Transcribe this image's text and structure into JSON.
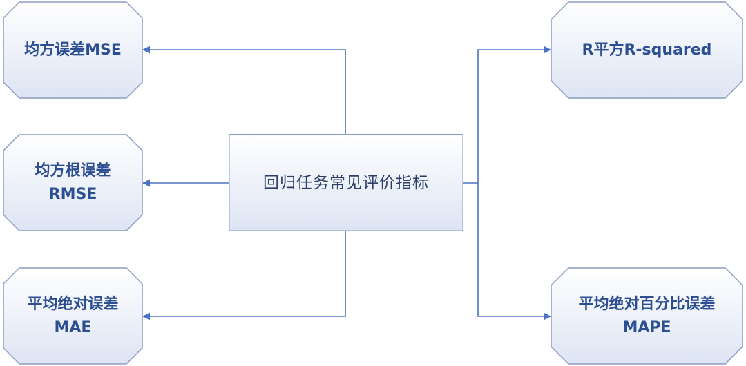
{
  "colors": {
    "line": "#4a73c4",
    "border": "#8b9cc4",
    "text": "#2c4f92",
    "fill_top": "#ffffff",
    "fill_bottom": "#dde4f3"
  },
  "diagram": {
    "center": {
      "label": "回归任务常见评价指标"
    },
    "metrics": {
      "mse": {
        "line1": "均方误差MSE",
        "line2": ""
      },
      "rmse": {
        "line1": "均方根误差",
        "line2": "RMSE"
      },
      "mae": {
        "line1": "平均绝对误差",
        "line2": "MAE"
      },
      "r2": {
        "line1": "R平方R-squared",
        "line2": ""
      },
      "mape": {
        "line1": "平均绝对百分比误差",
        "line2": "MAPE"
      }
    }
  }
}
